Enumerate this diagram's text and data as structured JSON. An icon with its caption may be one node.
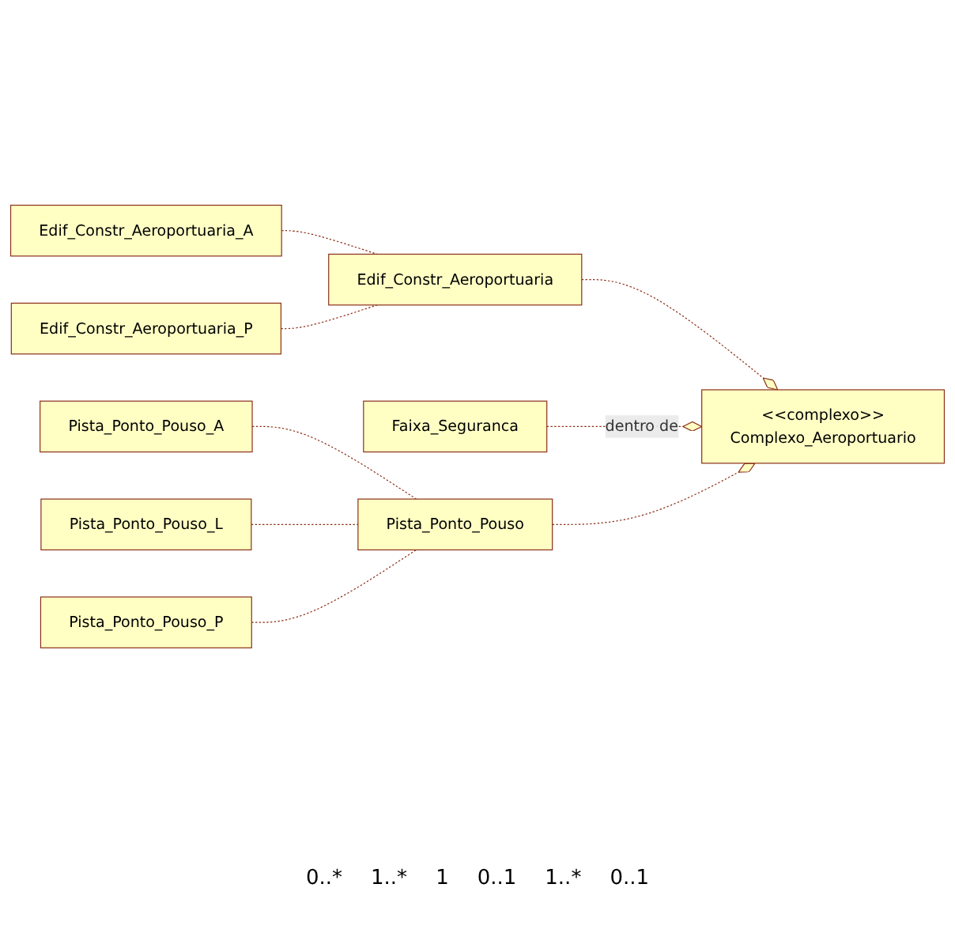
{
  "diagram": {
    "nodes": [
      {
        "text": [
          "Edif_Constr_Aeroportuaria_A"
        ]
      },
      {
        "text": [
          "Edif_Constr_Aeroportuaria"
        ]
      },
      {
        "text": [
          "Edif_Constr_Aeroportuaria_P"
        ]
      },
      {
        "text": [
          "Faixa_Seguranca"
        ]
      },
      {
        "text": [
          "<<complexo>>",
          "Complexo_Aeroportuario"
        ]
      },
      {
        "text": [
          "Pista_Ponto_Pouso_A"
        ]
      },
      {
        "text": [
          "Pista_Ponto_Pouso_L"
        ]
      },
      {
        "text": [
          "Pista_Ponto_Pouso"
        ]
      },
      {
        "text": [
          "Pista_Ponto_Pouso_P"
        ]
      }
    ],
    "edges": [
      {
        "from": 0,
        "to": 1,
        "arrow": "none",
        "style": "dashed"
      },
      {
        "from": 2,
        "to": 1,
        "arrow": "none",
        "style": "dashed"
      },
      {
        "from": 1,
        "to": 4,
        "arrow": "other",
        "style": "dashed"
      },
      {
        "from": 3,
        "to": 4,
        "arrow": "other",
        "style": "dashed",
        "label": "dentro de"
      },
      {
        "from": 7,
        "to": 4,
        "arrow": "other",
        "style": "dashed"
      },
      {
        "from": 5,
        "to": 7,
        "arrow": "none",
        "style": "dashed"
      },
      {
        "from": 6,
        "to": 7,
        "arrow": "none",
        "style": "dashed"
      },
      {
        "from": 8,
        "to": 7,
        "arrow": "none",
        "style": "dashed"
      }
    ],
    "labels": [
      "0..*",
      "1..*",
      "1",
      "0..1",
      "1..*",
      "0..1"
    ]
  }
}
